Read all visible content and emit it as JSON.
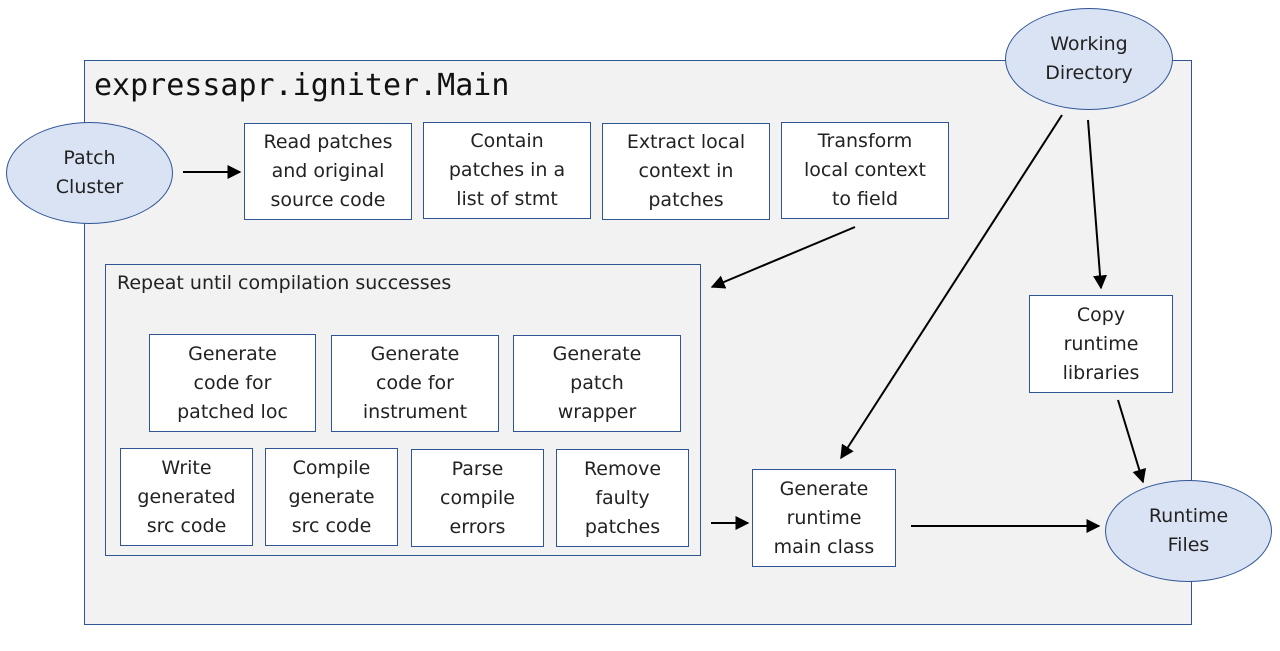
{
  "main_title": "expressapr.igniter.Main",
  "loop_label": "Repeat until compilation successes",
  "ovals": {
    "patch_cluster": "Patch\nCluster",
    "working_directory": "Working\nDirectory",
    "runtime_files": "Runtime\nFiles"
  },
  "steps": {
    "read_patches": "Read patches\nand original\nsource code",
    "contain_patches": "Contain\npatches in a\nlist of stmt",
    "extract_context": "Extract local\ncontext in\npatches",
    "transform_context": "Transform\nlocal context\nto field",
    "gen_patched_loc": "Generate\ncode for\npatched loc",
    "gen_instrument": "Generate\ncode for\ninstrument",
    "gen_wrapper": "Generate\npatch\nwrapper",
    "write_src": "Write\ngenerated\nsrc code",
    "compile_src": "Compile\ngenerate\nsrc code",
    "parse_errors": "Parse\ncompile\nerrors",
    "remove_faulty": "Remove\nfaulty\npatches",
    "gen_main_class": "Generate\nruntime\nmain class",
    "copy_libs": "Copy\nruntime\nlibraries"
  },
  "colors": {
    "frame_fill": "#f2f2f2",
    "border": "#2f5597",
    "oval_fill": "#dae3f3",
    "arrow": "#000000"
  }
}
